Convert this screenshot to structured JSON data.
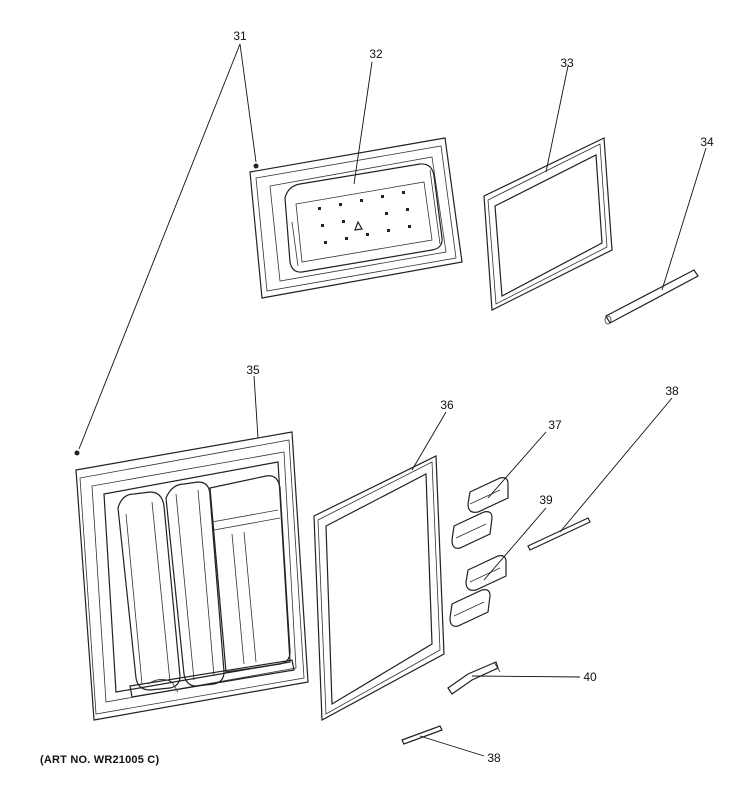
{
  "art_number": "(ART NO. WR21005 C)",
  "callouts": {
    "c31": "31",
    "c32": "32",
    "c33": "33",
    "c34": "34",
    "c35": "35",
    "c36": "36",
    "c37": "37",
    "c38a": "38",
    "c39": "39",
    "c40": "40",
    "c38b": "38"
  }
}
